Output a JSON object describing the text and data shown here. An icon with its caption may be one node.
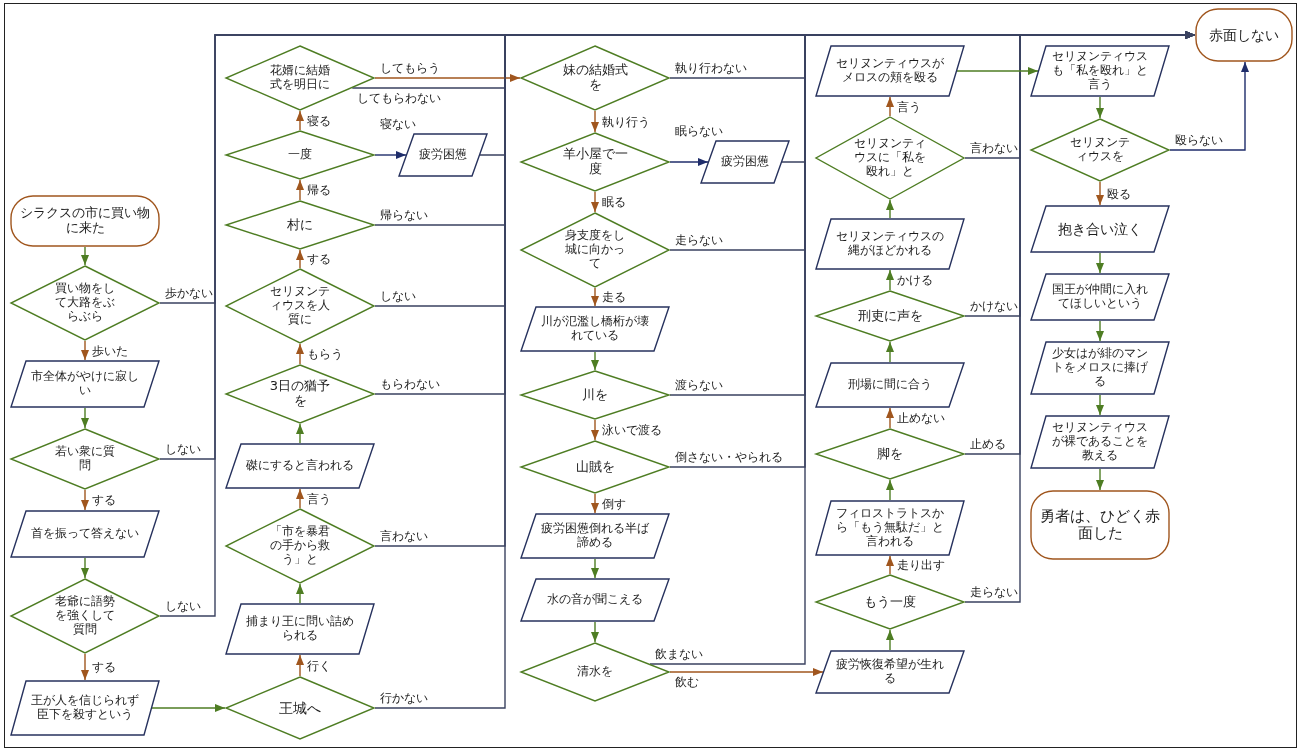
{
  "diagram": {
    "nodes": [
      {
        "text": [
          "シラクスの市に買い物に来た"
        ]
      },
      {
        "text": [
          "買い物をして大路をぶらぶら"
        ]
      },
      {
        "text": [
          "市全体がやけに寂しい"
        ]
      },
      {
        "text": [
          "若い衆に質問"
        ]
      },
      {
        "text": [
          "首を振って答えない"
        ]
      },
      {
        "text": [
          "老爺に語勢を強くして質問"
        ]
      },
      {
        "text": [
          "王が人を信じられず臣下を殺すという"
        ]
      },
      {
        "text": [
          "王城へ"
        ]
      },
      {
        "text": [
          "捕まり王に問い詰められる"
        ]
      },
      {
        "text": [
          "「市を暴君の手から救う」と"
        ]
      },
      {
        "text": [
          "磔にすると言われる"
        ]
      },
      {
        "text": [
          "3日の猶予を"
        ]
      },
      {
        "text": [
          "セリヌンティウスを人質に"
        ]
      },
      {
        "text": [
          "村に"
        ]
      },
      {
        "text": [
          "一度"
        ]
      },
      {
        "text": [
          "疲労困憊"
        ]
      },
      {
        "text": [
          "花婿に結婚式を明日に"
        ]
      },
      {
        "text": [
          "妹の結婚式を"
        ]
      },
      {
        "text": [
          "羊小屋で一度"
        ]
      },
      {
        "text": [
          "疲労困憊"
        ]
      },
      {
        "text": [
          "身支度をし城に向かって"
        ]
      },
      {
        "text": [
          "川が氾濫し橋桁が壊れている"
        ]
      },
      {
        "text": [
          "川を"
        ]
      },
      {
        "text": [
          "山賊を"
        ]
      },
      {
        "text": [
          "疲労困憊倒れる半ば諦める"
        ]
      },
      {
        "text": [
          "水の音が聞こえる"
        ]
      },
      {
        "text": [
          "清水を"
        ]
      },
      {
        "text": [
          "疲労恢復希望が生れる"
        ]
      },
      {
        "text": [
          "もう一度"
        ]
      },
      {
        "text": [
          "フィロストラトスから「もう無駄だ」と言われる"
        ]
      },
      {
        "text": [
          "脚を"
        ]
      },
      {
        "text": [
          "刑場に間に合う"
        ]
      },
      {
        "text": [
          "刑吏に声を"
        ]
      },
      {
        "text": [
          "セリヌンティウスの縄がほどかれる"
        ]
      },
      {
        "text": [
          "セリヌンティウスに「私を殴れ」と"
        ]
      },
      {
        "text": [
          "セリヌンティウスがメロスの頬を殴る"
        ]
      },
      {
        "text": [
          "セリヌンティウスも「私を殴れ」と言う"
        ]
      },
      {
        "text": [
          "セリヌンティウスを"
        ]
      },
      {
        "text": [
          "抱き合い泣く"
        ]
      },
      {
        "text": [
          "国王が仲間に入れてほしいという"
        ]
      },
      {
        "text": [
          "少女はが緋のマントをメロスに捧げる"
        ]
      },
      {
        "text": [
          "セリヌンティウスが裸であることを教える"
        ]
      },
      {
        "text": [
          "勇者は、ひどく赤面した"
        ]
      },
      {
        "text": [
          "赤面しない"
        ]
      }
    ],
    "edges": [
      {
        "from": 0,
        "to": 1,
        "arrow": "to",
        "color": "#4e7d23"
      },
      {
        "from": 1,
        "to": 2,
        "arrow": "to",
        "color": "#a0561e",
        "label": "歩いた"
      },
      {
        "from": 1,
        "to": 43,
        "arrow": "to",
        "label": "歩かない"
      },
      {
        "from": 2,
        "to": 3,
        "arrow": "to",
        "color": "#4e7d23"
      },
      {
        "from": 3,
        "to": 4,
        "arrow": "to",
        "color": "#a0561e",
        "label": "する"
      },
      {
        "from": 3,
        "to": 43,
        "arrow": "to",
        "label": "しない"
      },
      {
        "from": 4,
        "to": 5,
        "arrow": "to",
        "color": "#4e7d23"
      },
      {
        "from": 5,
        "to": 6,
        "arrow": "to",
        "color": "#a0561e",
        "label": "する"
      },
      {
        "from": 5,
        "to": 43,
        "arrow": "to",
        "label": "しない"
      },
      {
        "from": 6,
        "to": 7,
        "arrow": "to",
        "color": "#4e7d23"
      },
      {
        "from": 7,
        "to": 8,
        "arrow": "to",
        "color": "#a0561e",
        "label": "行く"
      },
      {
        "from": 7,
        "to": 43,
        "arrow": "to",
        "label": "行かない"
      },
      {
        "from": 8,
        "to": 9,
        "arrow": "to",
        "color": "#4e7d23"
      },
      {
        "from": 9,
        "to": 10,
        "arrow": "to",
        "color": "#a0561e",
        "label": "言う"
      },
      {
        "from": 9,
        "to": 43,
        "arrow": "to",
        "label": "言わない"
      },
      {
        "from": 10,
        "to": 11,
        "arrow": "to",
        "color": "#4e7d23"
      },
      {
        "from": 11,
        "to": 12,
        "arrow": "to",
        "color": "#a0561e",
        "label": "もらう"
      },
      {
        "from": 11,
        "to": 43,
        "arrow": "to",
        "label": "もらわない"
      },
      {
        "from": 12,
        "to": 13,
        "arrow": "to",
        "color": "#a0561e",
        "label": "する"
      },
      {
        "from": 12,
        "to": 43,
        "arrow": "to",
        "label": "しない"
      },
      {
        "from": 13,
        "to": 14,
        "arrow": "to",
        "color": "#a0561e",
        "label": "帰る"
      },
      {
        "from": 13,
        "to": 43,
        "arrow": "to",
        "label": "帰らない"
      },
      {
        "from": 14,
        "to": 16,
        "arrow": "to",
        "color": "#a0561e",
        "label": "寝る"
      },
      {
        "from": 14,
        "to": 15,
        "arrow": "to",
        "color": "#1f2d6b",
        "label": "寝ない"
      },
      {
        "from": 15,
        "to": 43,
        "arrow": "to"
      },
      {
        "from": 16,
        "to": 17,
        "arrow": "to",
        "color": "#a0561e",
        "label": "してもらう"
      },
      {
        "from": 16,
        "to": 43,
        "arrow": "to",
        "label": "してもらわない"
      },
      {
        "from": 17,
        "to": 18,
        "arrow": "to",
        "color": "#a0561e",
        "label": "執り行う"
      },
      {
        "from": 17,
        "to": 43,
        "arrow": "to",
        "label": "執り行わない"
      },
      {
        "from": 18,
        "to": 20,
        "arrow": "to",
        "color": "#a0561e",
        "label": "眠る"
      },
      {
        "from": 18,
        "to": 19,
        "arrow": "to",
        "color": "#1f2d6b",
        "label": "眠らない"
      },
      {
        "from": 19,
        "to": 43,
        "arrow": "to"
      },
      {
        "from": 20,
        "to": 21,
        "arrow": "to",
        "color": "#a0561e",
        "label": "走る"
      },
      {
        "from": 20,
        "to": 43,
        "arrow": "to",
        "label": "走らない"
      },
      {
        "from": 21,
        "to": 22,
        "arrow": "to",
        "color": "#4e7d23"
      },
      {
        "from": 22,
        "to": 23,
        "arrow": "to",
        "color": "#a0561e",
        "label": "泳いで渡る"
      },
      {
        "from": 22,
        "to": 43,
        "arrow": "to",
        "label": "渡らない"
      },
      {
        "from": 23,
        "to": 24,
        "arrow": "to",
        "color": "#a0561e",
        "label": "倒す"
      },
      {
        "from": 23,
        "to": 43,
        "arrow": "to",
        "label": "倒さない・やられる"
      },
      {
        "from": 24,
        "to": 25,
        "arrow": "to",
        "color": "#4e7d23"
      },
      {
        "from": 25,
        "to": 26,
        "arrow": "to",
        "color": "#4e7d23"
      },
      {
        "from": 26,
        "to": 27,
        "arrow": "to",
        "color": "#a0561e",
        "label": "飲む"
      },
      {
        "from": 26,
        "to": 43,
        "arrow": "to",
        "label": "飲まない"
      },
      {
        "from": 27,
        "to": 28,
        "arrow": "to",
        "color": "#4e7d23"
      },
      {
        "from": 28,
        "to": 29,
        "arrow": "to",
        "color": "#a0561e",
        "label": "走り出す"
      },
      {
        "from": 28,
        "to": 43,
        "arrow": "to",
        "label": "走らない"
      },
      {
        "from": 29,
        "to": 30,
        "arrow": "to",
        "color": "#4e7d23"
      },
      {
        "from": 30,
        "to": 31,
        "arrow": "to",
        "color": "#a0561e",
        "label": "止めない"
      },
      {
        "from": 30,
        "to": 43,
        "arrow": "to",
        "label": "止める"
      },
      {
        "from": 31,
        "to": 32,
        "arrow": "to",
        "color": "#4e7d23"
      },
      {
        "from": 32,
        "to": 33,
        "arrow": "to",
        "color": "#4e7d23",
        "label": "かける"
      },
      {
        "from": 32,
        "to": 43,
        "arrow": "to",
        "label": "かけない"
      },
      {
        "from": 33,
        "to": 34,
        "arrow": "to",
        "color": "#4e7d23"
      },
      {
        "from": 34,
        "to": 35,
        "arrow": "to",
        "color": "#a0561e",
        "label": "言う"
      },
      {
        "from": 34,
        "to": 43,
        "arrow": "to",
        "label": "言わない"
      },
      {
        "from": 35,
        "to": 36,
        "arrow": "to",
        "color": "#4e7d23"
      },
      {
        "from": 36,
        "to": 37,
        "arrow": "to",
        "color": "#4e7d23"
      },
      {
        "from": 37,
        "to": 38,
        "arrow": "to",
        "color": "#a0561e",
        "label": "殴る"
      },
      {
        "from": 37,
        "to": 43,
        "arrow": "to",
        "color": "#1f2d6b",
        "label": "殴らない"
      },
      {
        "from": 38,
        "to": 39,
        "arrow": "to",
        "color": "#4e7d23"
      },
      {
        "from": 39,
        "to": 40,
        "arrow": "to",
        "color": "#4e7d23"
      },
      {
        "from": 40,
        "to": 41,
        "arrow": "to",
        "color": "#4e7d23"
      },
      {
        "from": 41,
        "to": 42,
        "arrow": "to",
        "color": "#4e7d23"
      }
    ]
  }
}
